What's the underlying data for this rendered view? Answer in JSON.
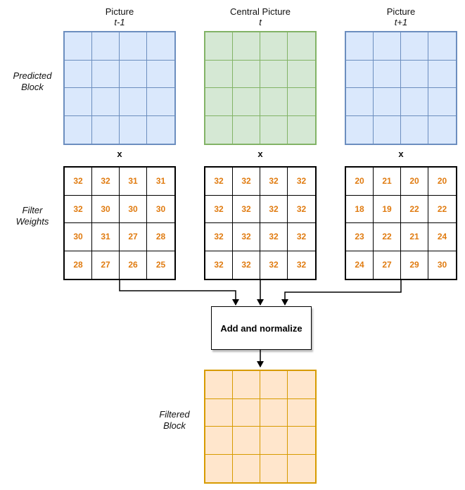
{
  "colors": {
    "blue-fill": "#dae8fc",
    "blue-border": "#6c8ebf",
    "green-fill": "#d5e8d4",
    "green-border": "#82b366",
    "orange-fill": "#ffe6cc",
    "orange-border": "#d79b00",
    "weight-text": "#e07b10",
    "line": "#000000"
  },
  "headers": [
    {
      "title": "Picture",
      "subtitle": "t-1"
    },
    {
      "title": "Central Picture",
      "subtitle": "t"
    },
    {
      "title": "Picture",
      "subtitle": "t+1"
    }
  ],
  "side_labels": {
    "predicted": {
      "line1": "Predicted",
      "line2": "Block"
    },
    "filter": {
      "line1": "Filter",
      "line2": "Weights"
    },
    "filtered": {
      "line1": "Filtered",
      "line2": "Block"
    }
  },
  "multiply_symbol": "x",
  "predicted_blocks": [
    {
      "rows": 4,
      "cols": 4
    },
    {
      "rows": 4,
      "cols": 4
    },
    {
      "rows": 4,
      "cols": 4
    }
  ],
  "filter_weights": [
    {
      "rows": 4,
      "cols": 4,
      "values": [
        [
          32,
          32,
          31,
          31
        ],
        [
          32,
          30,
          30,
          30
        ],
        [
          30,
          31,
          27,
          28
        ],
        [
          28,
          27,
          26,
          25
        ]
      ]
    },
    {
      "rows": 4,
      "cols": 4,
      "values": [
        [
          32,
          32,
          32,
          32
        ],
        [
          32,
          32,
          32,
          32
        ],
        [
          32,
          32,
          32,
          32
        ],
        [
          32,
          32,
          32,
          32
        ]
      ]
    },
    {
      "rows": 4,
      "cols": 4,
      "values": [
        [
          20,
          21,
          20,
          20
        ],
        [
          18,
          19,
          22,
          22
        ],
        [
          23,
          22,
          21,
          24
        ],
        [
          24,
          27,
          29,
          30
        ]
      ]
    }
  ],
  "add_box": {
    "label": "Add and normalize"
  },
  "filtered_block": {
    "rows": 4,
    "cols": 4
  }
}
